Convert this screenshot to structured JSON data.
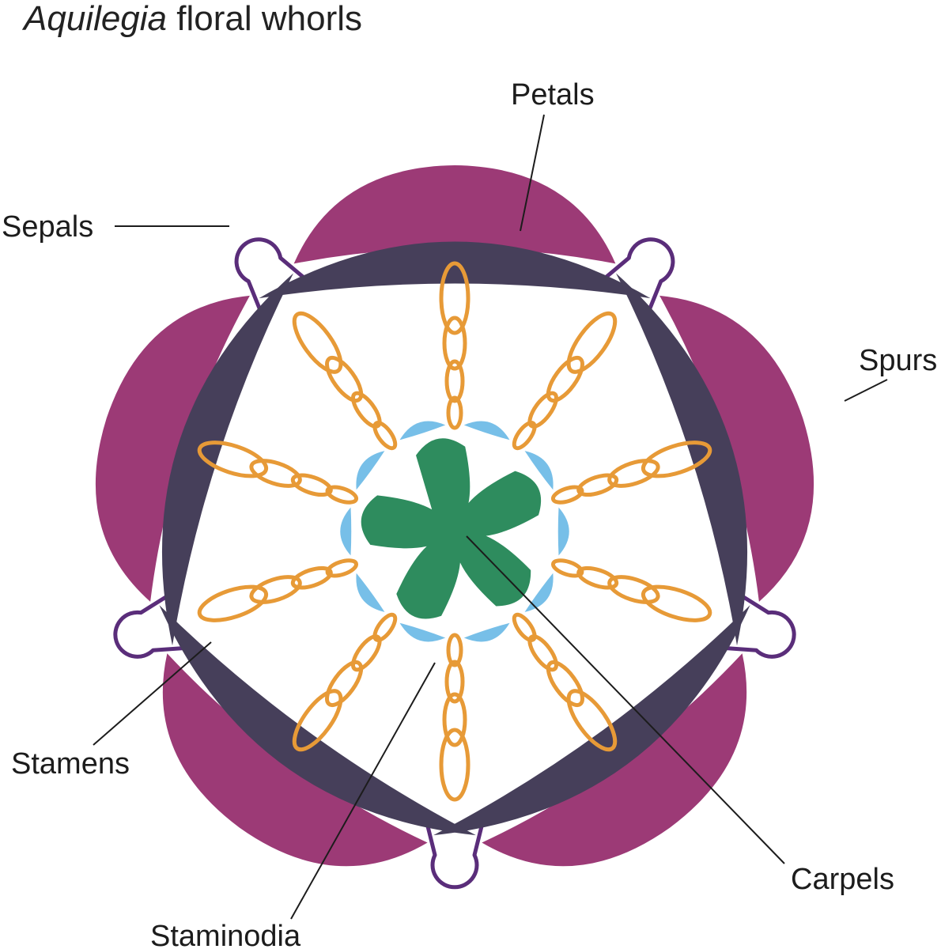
{
  "title": {
    "italic": "Aquilegia",
    "rest": " floral whorls"
  },
  "labels": {
    "petals": "Petals",
    "sepals": "Sepals",
    "spurs": "Spurs",
    "stamens": "Stamens",
    "staminodia": "Staminodia",
    "carpels": "Carpels"
  },
  "colors": {
    "sepal": "#9c3a76",
    "petal": "#463f5a",
    "spur": "#5a2d7a",
    "stamen": "#e79a37",
    "staminodium": "#77bfe8",
    "carpel": "#2e8c5e",
    "leader": "#1c1c1c",
    "background": "#ffffff"
  },
  "counts": {
    "sepals": 5,
    "petals": 5,
    "spurs": 5,
    "stamen_rows": 10,
    "staminodia": 10,
    "carpels": 5
  }
}
